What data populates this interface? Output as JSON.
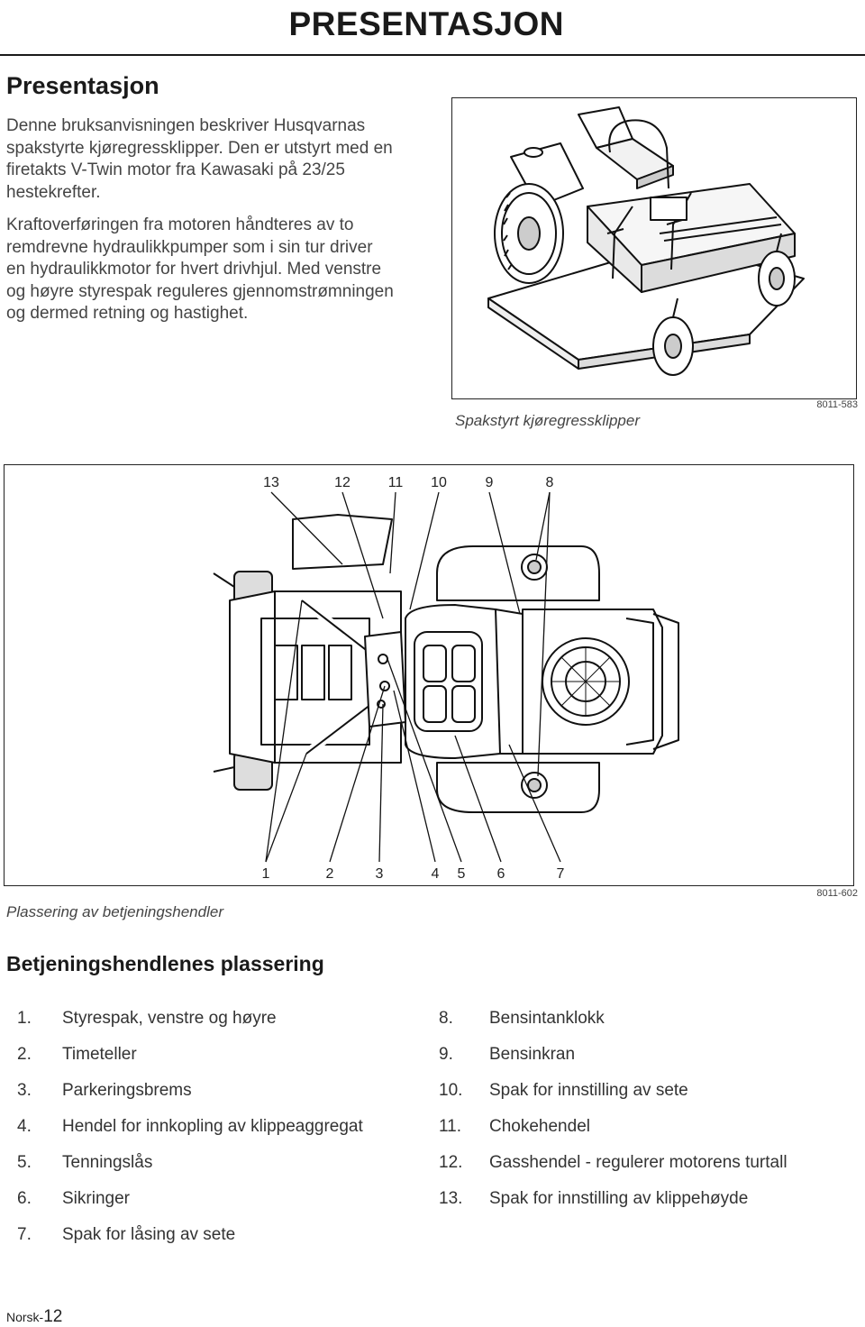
{
  "header": {
    "title": "PRESENTASJON"
  },
  "section": {
    "heading": "Presentasjon",
    "paragraph_1": "Denne bruksanvisningen beskriver Husqvarnas spakstyrte kjøregressklipper. Den er utstyrt med en firetakts V-Twin motor fra Kawasaki på 23/25 hestekrefter.",
    "paragraph_2": "Kraftoverføringen fra motoren håndteres av to remdrevne hydraulikkpumper som i sin tur driver en hydraulikkmotor for hvert drivhjul. Med venstre og høyre styrespak reguleres gjennomstrømningen og dermed retning og hastighet."
  },
  "figure_top": {
    "caption": "Spakstyrt kjøregressklipper",
    "code": "8011-583"
  },
  "figure_main": {
    "caption": "Plassering av betjeningshendler",
    "code": "8011-602",
    "callouts_top": [
      "13",
      "12",
      "11",
      "10",
      "9",
      "8"
    ],
    "callouts_bottom": [
      "1",
      "2",
      "3",
      "4",
      "5",
      "6",
      "7"
    ]
  },
  "controls": {
    "heading": "Betjeningshendlenes plassering",
    "left": [
      {
        "num": "1.",
        "text": "Styrespak, venstre og høyre"
      },
      {
        "num": "2.",
        "text": "Timeteller"
      },
      {
        "num": "3.",
        "text": "Parkeringsbrems"
      },
      {
        "num": "4.",
        "text": "Hendel for innkopling av klippeaggregat"
      },
      {
        "num": "5.",
        "text": "Tenningslås"
      },
      {
        "num": "6.",
        "text": "Sikringer"
      },
      {
        "num": "7.",
        "text": "Spak for låsing av sete"
      }
    ],
    "right": [
      {
        "num": "8.",
        "text": "Bensintanklokk"
      },
      {
        "num": "9.",
        "text": "Bensinkran"
      },
      {
        "num": "10.",
        "text": "Spak for innstilling av sete"
      },
      {
        "num": "11.",
        "text": "Chokehendel"
      },
      {
        "num": "12.",
        "text": "Gasshendel - regulerer motorens turtall"
      },
      {
        "num": "13.",
        "text": "Spak for innstilling av klippehøyde"
      }
    ]
  },
  "footer": {
    "label": "Norsk-",
    "page": "12"
  }
}
